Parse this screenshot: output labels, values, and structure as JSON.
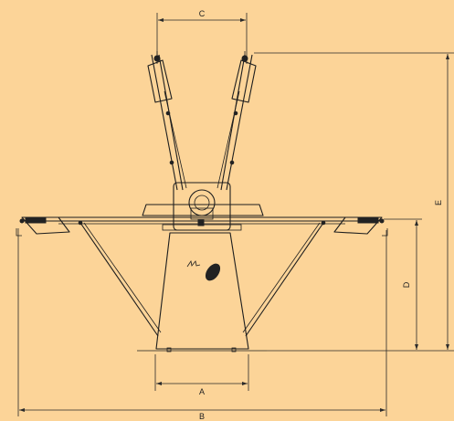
{
  "dimensions": {
    "a_label": "A",
    "b_label": "B",
    "c_label": "C",
    "d_label": "D",
    "e_label": "E"
  },
  "colors": {
    "background": "#fcd498",
    "line": "#1e1e1e"
  },
  "icons": {
    "logo": "brand-logo-icon"
  }
}
